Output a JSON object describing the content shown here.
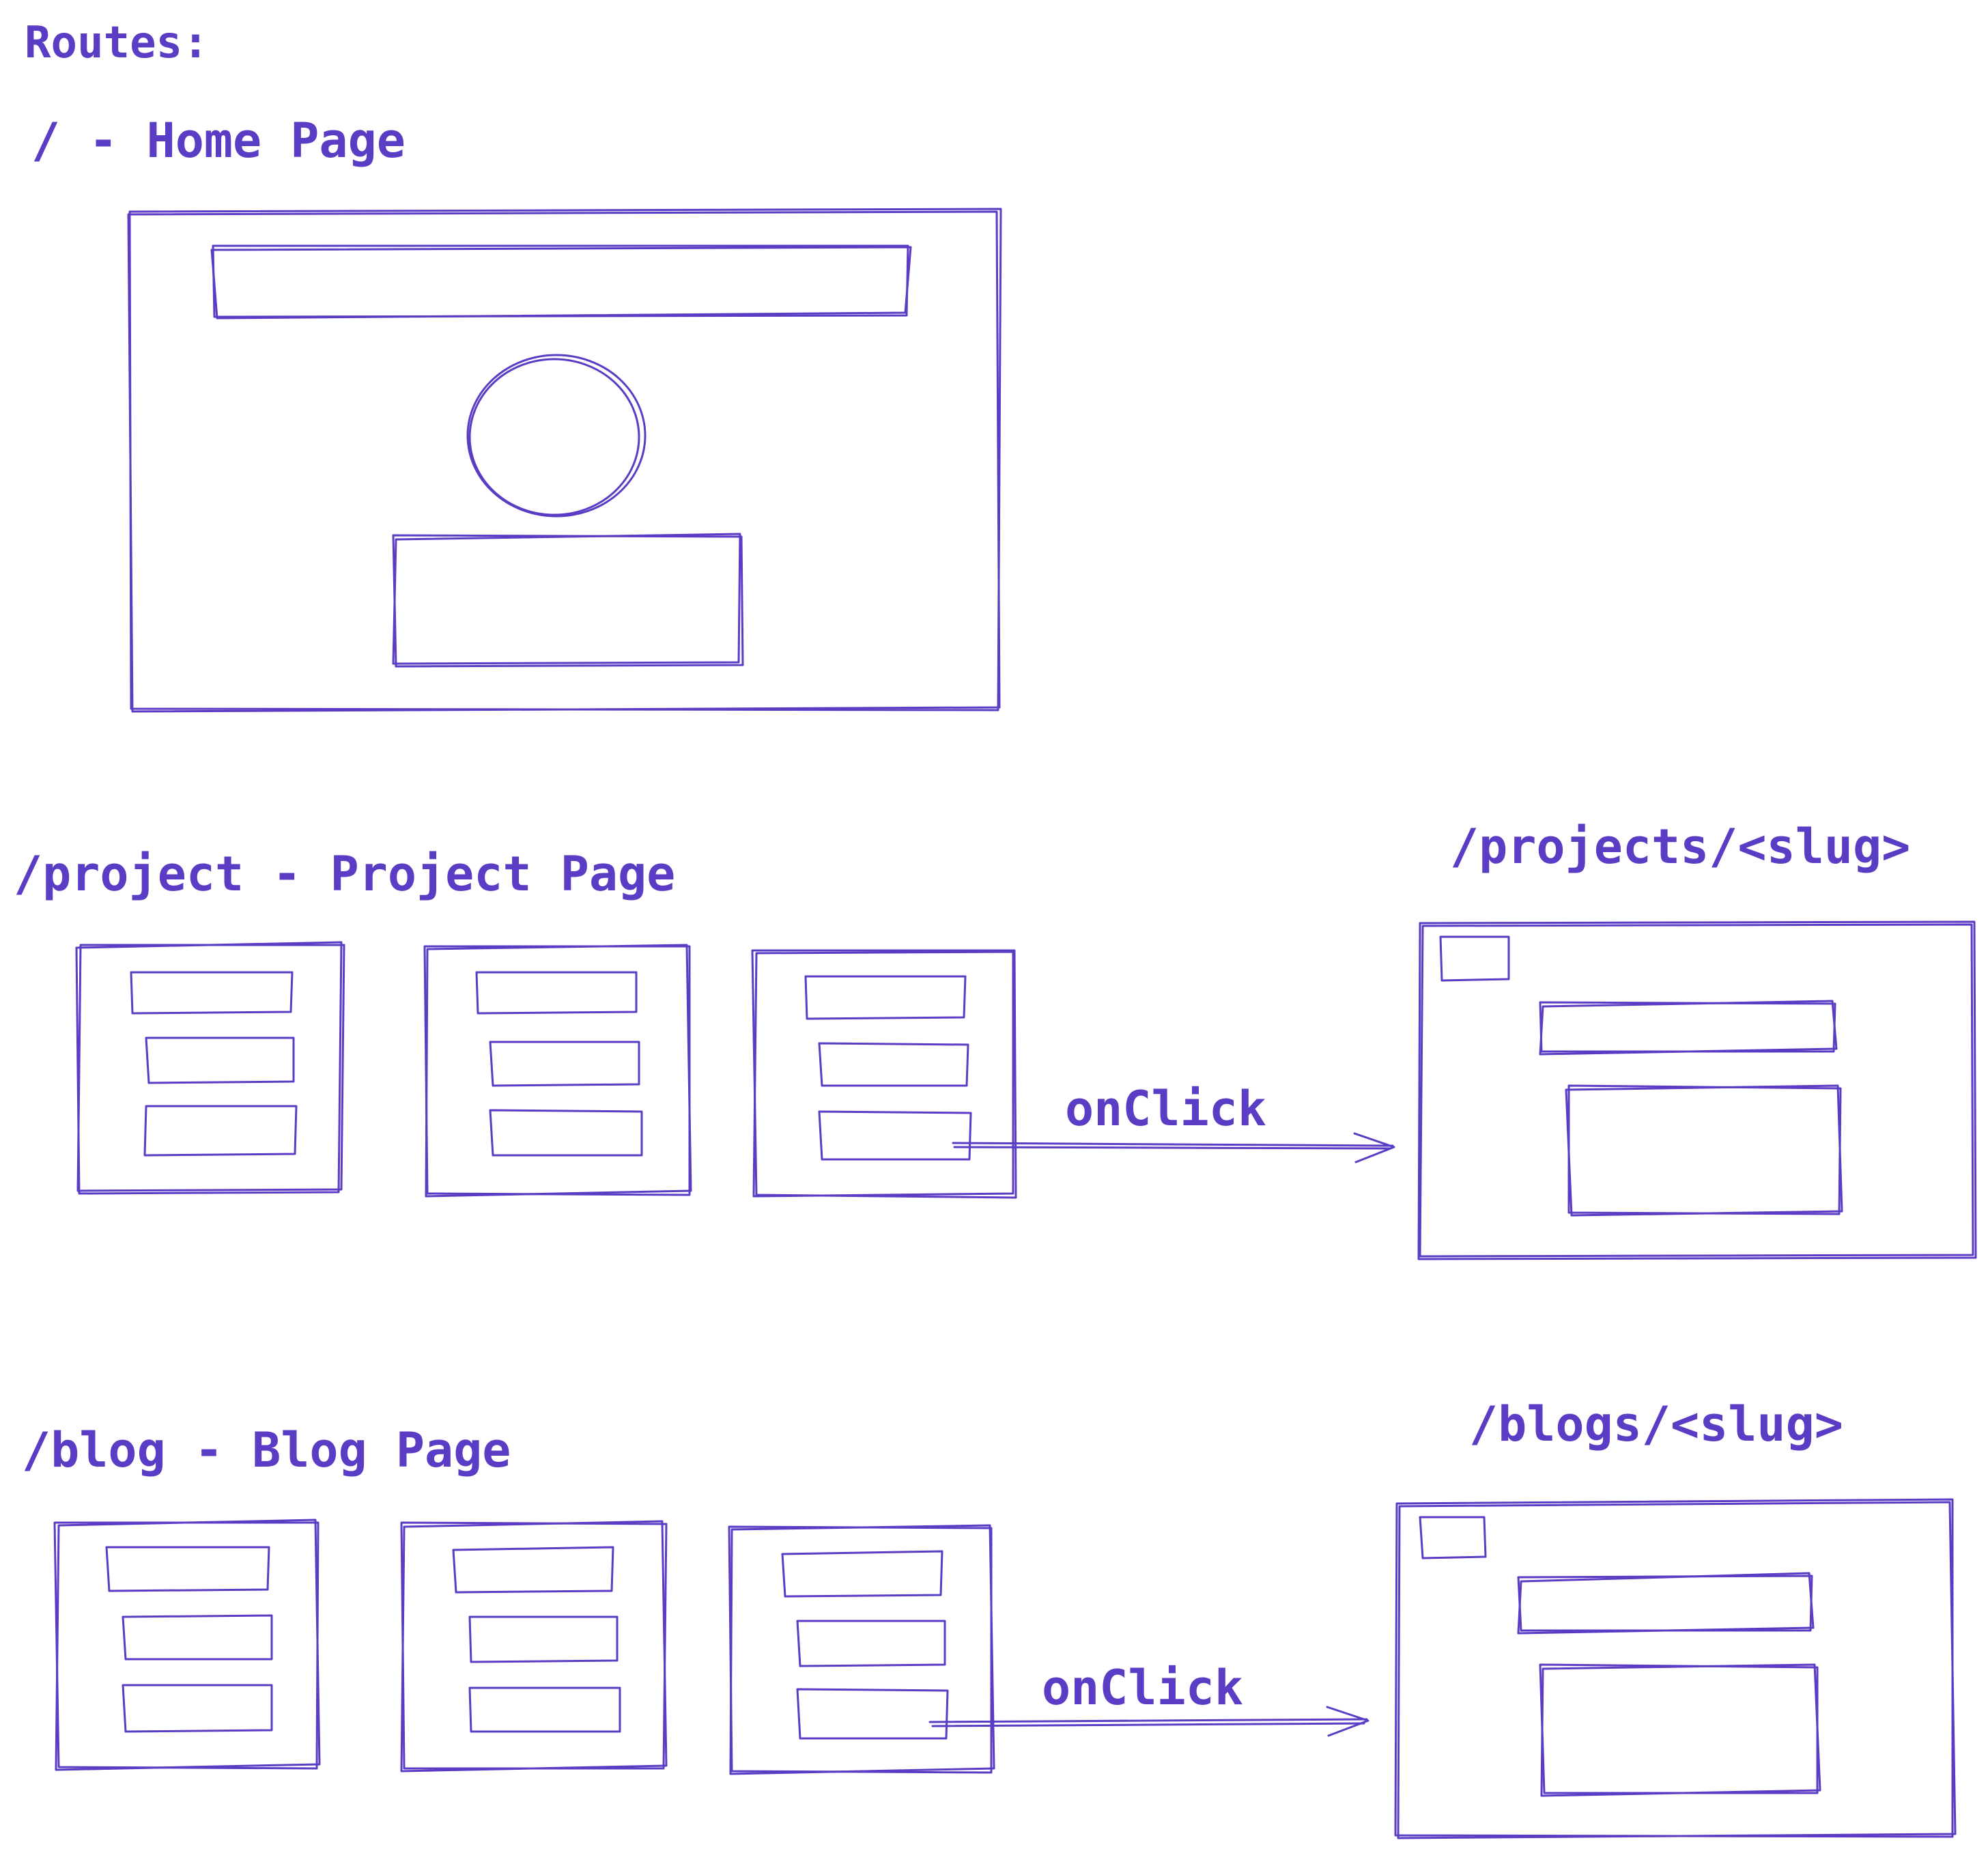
{
  "colors": {
    "ink": "#5b3cc4",
    "background": "#ffffff"
  },
  "labels": {
    "routes_heading": "Routes:",
    "home_route": "/ - Home Page",
    "project_route": "/project - Project Page",
    "project_detail_route": "/projects/<slug>",
    "blog_route": "/blog - Blog Page",
    "blog_detail_route": "/blogs/<slug>",
    "project_arrow_label": "onClick",
    "blog_arrow_label": "onClick"
  }
}
